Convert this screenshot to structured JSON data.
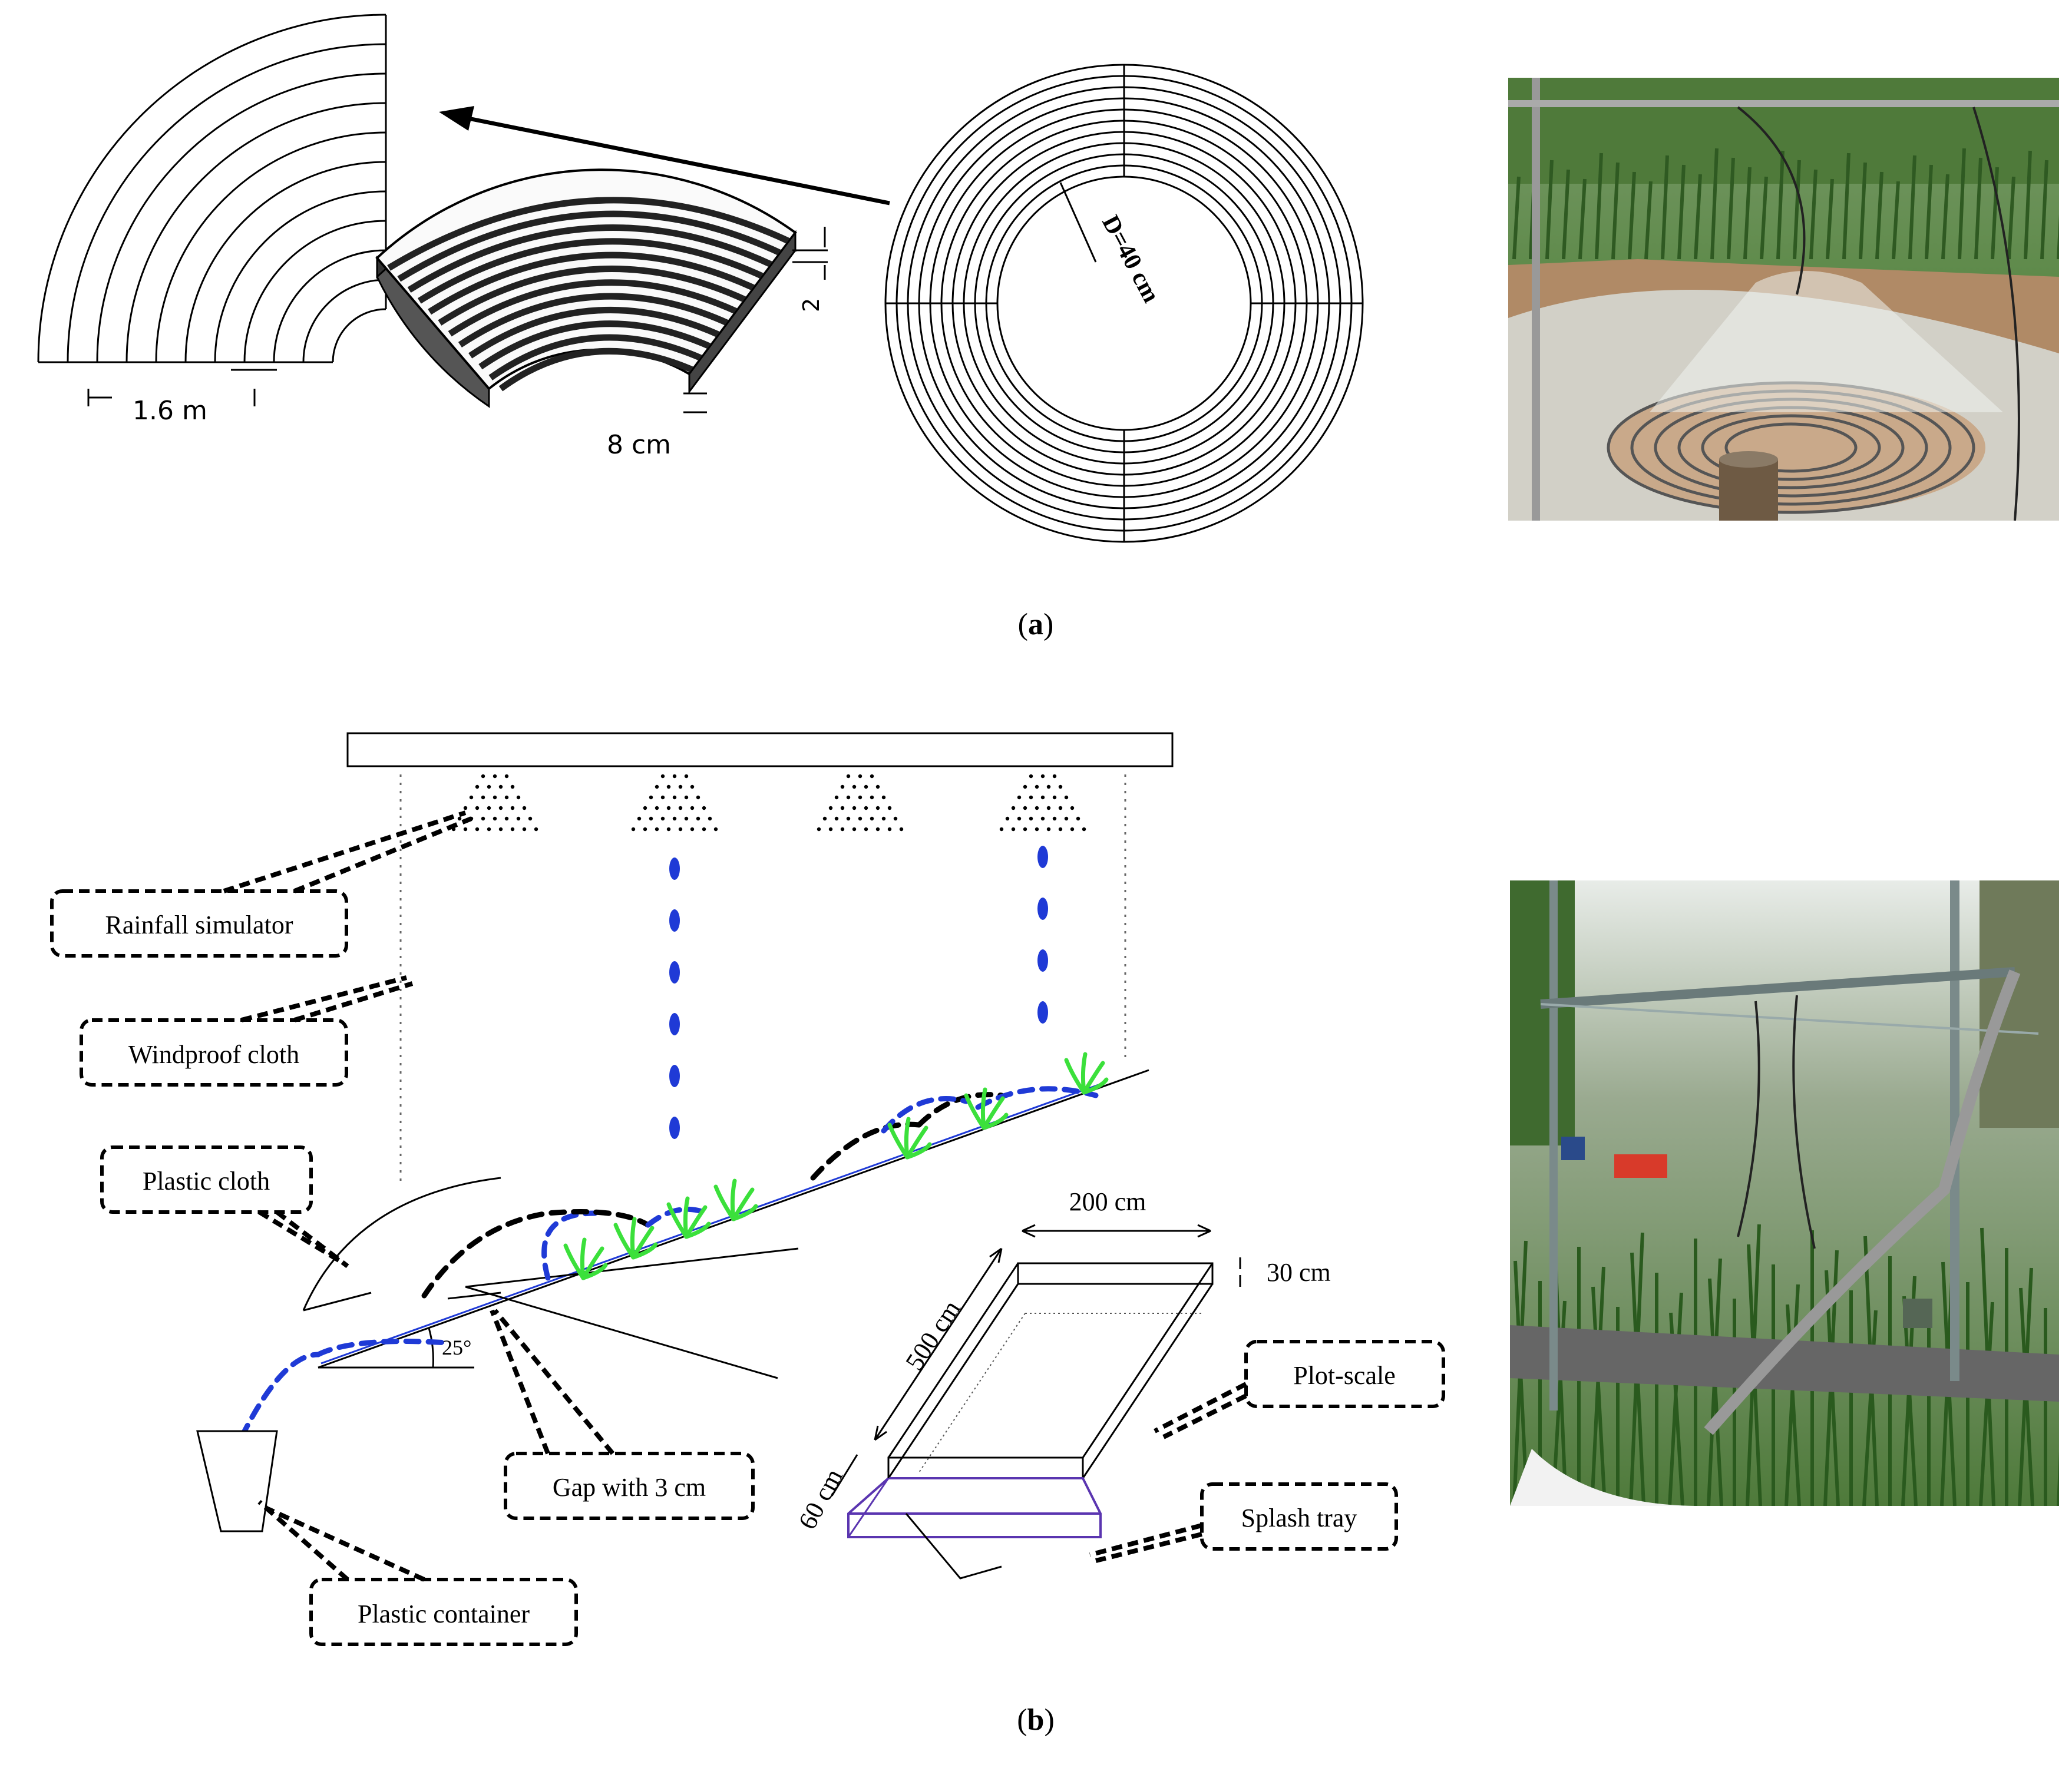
{
  "panel_a": {
    "caption_letter": "a",
    "dim_width": "1.6 m",
    "dim_depth": "8 cm",
    "dim_height": "2",
    "dim_diameter": "D=40 cm",
    "photo": "splash-board-field-photo"
  },
  "panel_b": {
    "caption_letter": "b",
    "labels": {
      "rainfall_simulator": "Rainfall simulator",
      "windproof_cloth": "Windproof cloth",
      "plastic_cloth": "Plastic cloth",
      "gap": "Gap with 3 cm",
      "plastic_container": "Plastic container",
      "plot_scale": "Plot-scale",
      "splash_tray": "Splash tray"
    },
    "angle": "25°",
    "dims": {
      "width": "200 cm",
      "depth": "30 cm",
      "length": "500 cm",
      "tray": "60 cm"
    },
    "photo": "rainfall-simulator-field-photo"
  },
  "colors": {
    "drop_blue": "#1f3ad6",
    "grass_green": "#3be03b",
    "tray_purple": "#5a35b0"
  }
}
